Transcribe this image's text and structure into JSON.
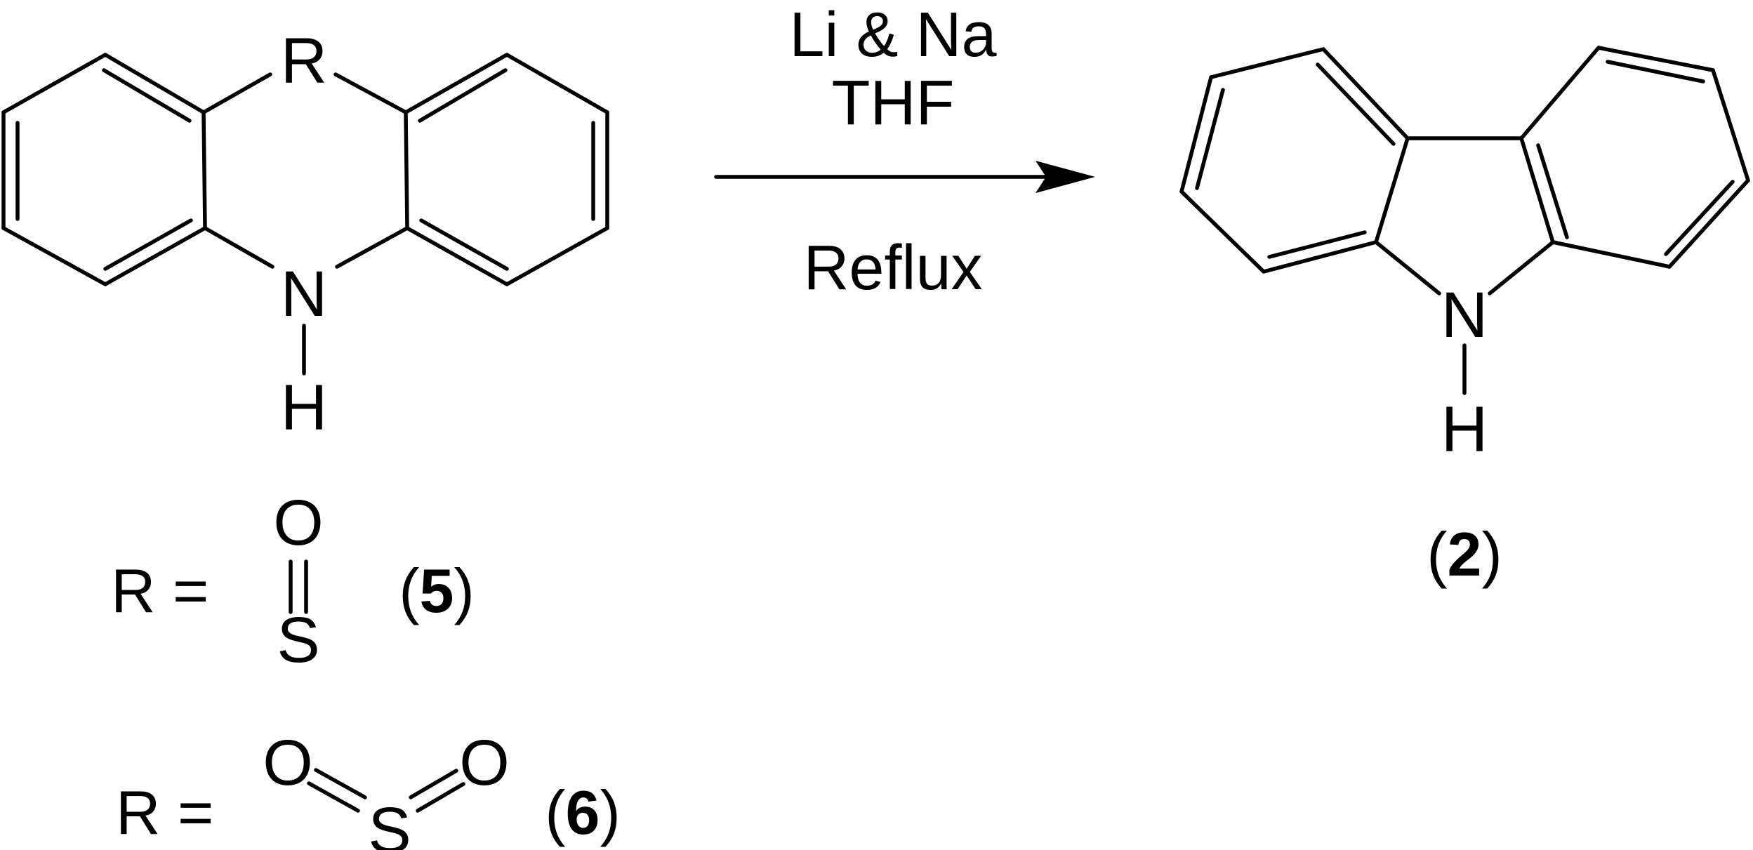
{
  "reactant": {
    "bridge_atom": "R",
    "nitrogen": "N",
    "hydrogen": "H"
  },
  "reaction": {
    "reagent_line1": "Li & Na",
    "reagent_line2": "THF",
    "condition": "Reflux"
  },
  "product": {
    "nitrogen": "N",
    "hydrogen": "H",
    "compound_number": "2"
  },
  "substituents": [
    {
      "prefix": "R =",
      "oxygen": "O",
      "sulfur": "S",
      "compound_number": "5"
    },
    {
      "prefix": "R =",
      "oxygen_left": "O",
      "sulfur": "S",
      "oxygen_right": "O",
      "compound_number": "6"
    }
  ],
  "paren_open": "(",
  "paren_close": ")"
}
